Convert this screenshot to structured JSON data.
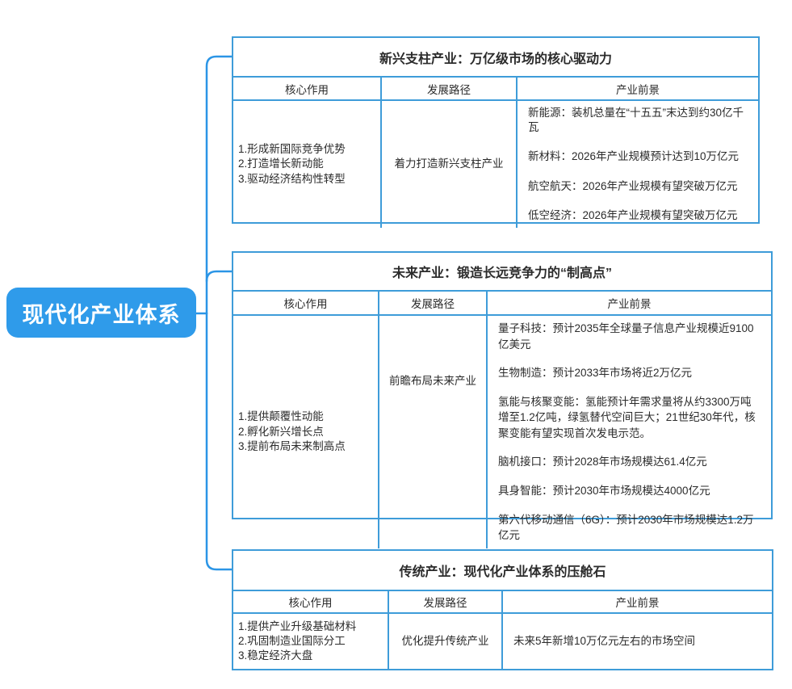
{
  "root": {
    "label": "现代化产业体系"
  },
  "colors": {
    "node_fill": "#2f9bea",
    "connector_line": "#2b95e6",
    "table_border": "#3e9cd9",
    "text": "#2b2b2b",
    "node_text": "#ffffff"
  },
  "tables": [
    {
      "title": "新兴支柱产业：万亿级市场的核心驱动力",
      "headers": [
        "核心作用",
        "发展路径",
        "产业前景"
      ],
      "core_roles": [
        "1.形成新国际竞争优势",
        "2.打造增长新动能",
        "3.驱动经济结构性转型"
      ],
      "dev_path": "着力打造新兴支柱产业",
      "prospects": [
        "新能源：装机总量在“十五五”末达到约30亿千瓦",
        "新材料：2026年产业规模预计达到10万亿元",
        "航空航天：2026年产业规模有望突破万亿元",
        "低空经济：2026年产业规模有望突破万亿元"
      ]
    },
    {
      "title": "未来产业：锻造长远竞争力的“制高点”",
      "headers": [
        "核心作用",
        "发展路径",
        "产业前景"
      ],
      "core_roles": [
        "1.提供颠覆性动能",
        "2.孵化新兴增长点",
        "3.提前布局未来制高点"
      ],
      "dev_path": "前瞻布局未来产业",
      "prospects": [
        "量子科技：预计2035年全球量子信息产业规模近9100亿美元",
        "生物制造：预计2033年市场将近2万亿元",
        "氢能与核聚变能：氢能预计年需求量将从约3300万吨增至1.2亿吨，绿氢替代空间巨大；21世纪30年代，核聚变能有望实现首次发电示范。",
        "脑机接口：预计2028年市场规模达61.4亿元",
        "具身智能：预计2030年市场规模达4000亿元",
        "第六代移动通信（6G）：预计2030年市场规模达1.2万亿元"
      ]
    },
    {
      "title": "传统产业：现代化产业体系的压舱石",
      "headers": [
        "核心作用",
        "发展路径",
        "产业前景"
      ],
      "core_roles": [
        "1.提供产业升级基础材料",
        "2.巩固制造业国际分工",
        "3.稳定经济大盘"
      ],
      "dev_path": "优化提升传统产业",
      "prospects": [
        "未来5年新增10万亿元左右的市场空间"
      ]
    }
  ]
}
